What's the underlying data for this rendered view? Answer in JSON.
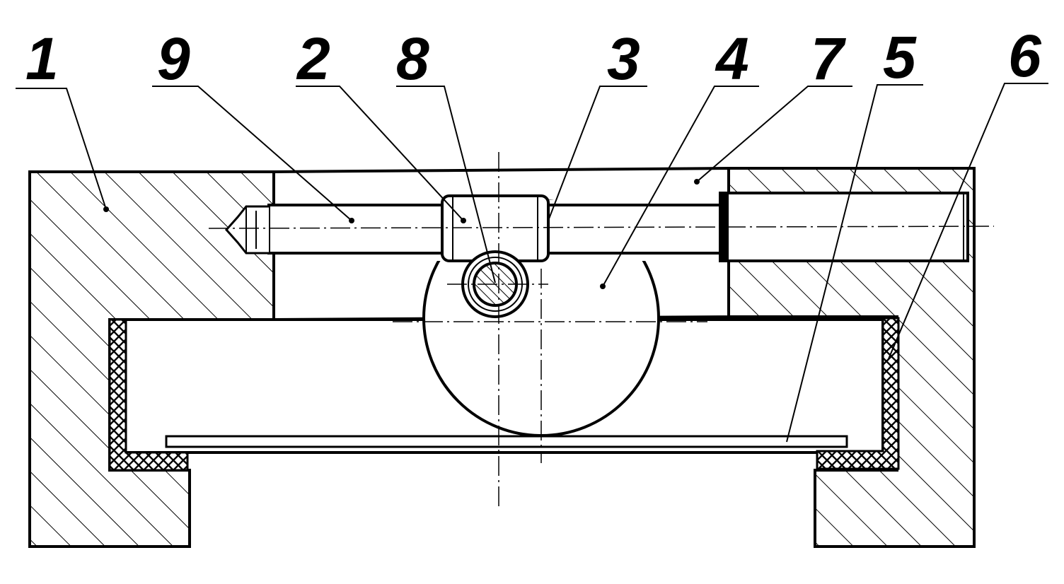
{
  "labels": [
    {
      "id": "1",
      "text": "1"
    },
    {
      "id": "9",
      "text": "9"
    },
    {
      "id": "2",
      "text": "2"
    },
    {
      "id": "8",
      "text": "8"
    },
    {
      "id": "3",
      "text": "3"
    },
    {
      "id": "4",
      "text": "4"
    },
    {
      "id": "7",
      "text": "7"
    },
    {
      "id": "5",
      "text": "5"
    },
    {
      "id": "6",
      "text": "6"
    }
  ],
  "colors": {
    "line": "#000000",
    "background": "#ffffff"
  }
}
